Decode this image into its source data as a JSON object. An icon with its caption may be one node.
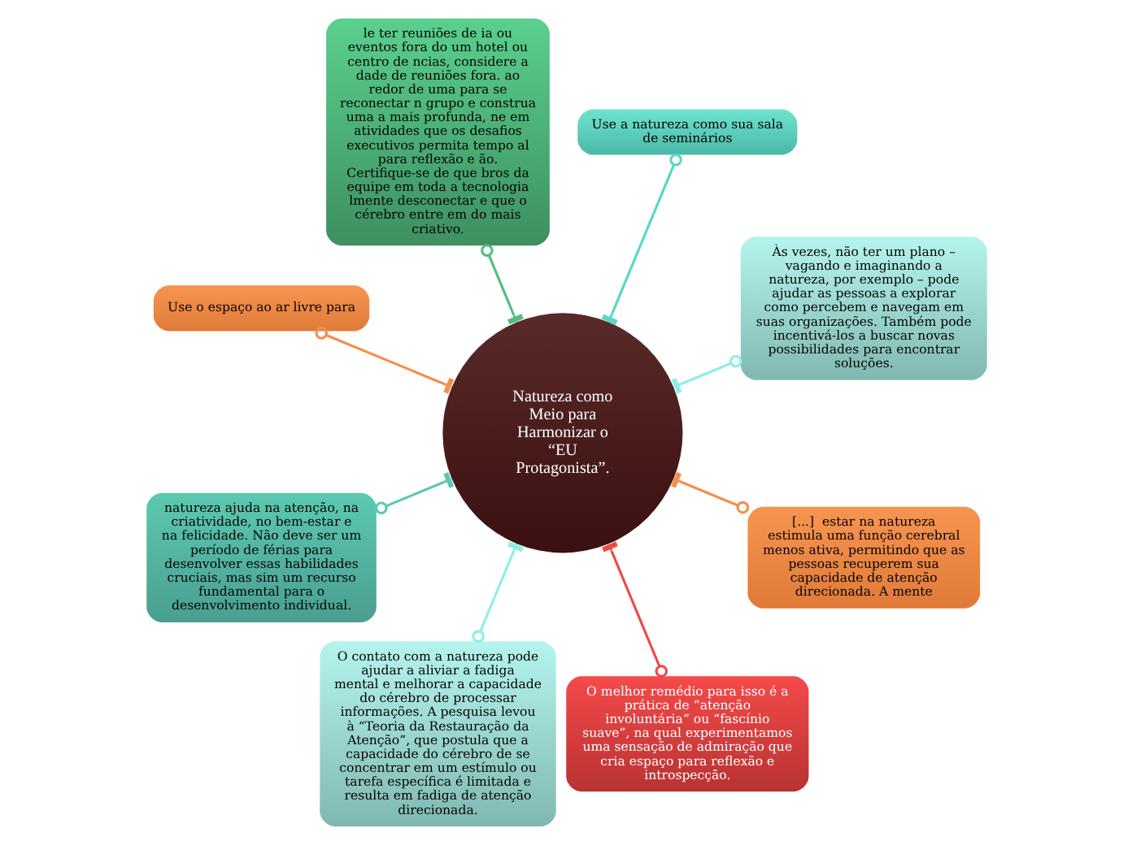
{
  "diagram": {
    "nodes": [
      {
        "text": [
          "Natureza como Meio para Harmonizar o “EU Protagonista”."
        ]
      },
      {
        "text": [
          "Às vezes, não ter um plano – vagando e imaginando a natureza, por exemplo – pode ajudar as pessoas a explorar como percebem e navegam em suas organizações. Também pode incentivá-los a buscar novas possibilidades para encontrar soluções."
        ]
      },
      {
        "text": [
          "Use a natureza como sua sala de seminários"
        ]
      },
      {
        "text": [
          "le ter reuniões de ia ou eventos fora do um hotel ou centro de ncias, considere a dade de reuniões fora. ao redor de uma para se reconectar n grupo e construa uma a mais profunda, ne em atividades que os desafios executivos permita tempo al para reflexão e ão. Certifique-se de que bros da equipe em toda a tecnologia lmente desconectar e que o cérebro entre em do mais criativo."
        ]
      },
      {
        "text": [
          "Use o espaço ao ar livre para"
        ]
      },
      {
        "text": [
          "natureza ajuda na atenção, na criatividade, no bem-estar e na felicidade. Não deve ser um período de férias para desenvolver essas habilidades cruciais, mas sim um recurso fundamental para o desenvolvimento individual."
        ]
      },
      {
        "text": [
          "O contato com a natureza pode ajudar a aliviar a fadiga mental e melhorar a capacidade do cérebro de processar informações. A pesquisa levou à “Teoria da Restauração da Atenção”, que postula que a capacidade do cérebro de se concentrar em um estímulo ou tarefa específica é limitada e resulta em fadiga de atenção direcionada."
        ]
      },
      {
        "text": [
          "O melhor remédio para isso é a prática de “atenção involuntária” ou “fascínio suave”, na qual experimentamos uma sensação de admiração que cria espaço para reflexão e introspecção."
        ]
      },
      {
        "text": [
          "[...]  estar na natureza estimula uma função cerebral menos ativa, permitindo que as pessoas recuperem sua capacidade de atenção direcionada. A mente"
        ]
      }
    ],
    "edges": [
      {
        "from": 1,
        "to": 0,
        "arrow": "other",
        "color": "#8eeee4"
      },
      {
        "from": 2,
        "to": 0,
        "arrow": "other",
        "color": "#5cd6c4"
      },
      {
        "from": 3,
        "to": 0,
        "arrow": "other",
        "color": "#4fbf7f"
      },
      {
        "from": 4,
        "to": 0,
        "arrow": "other",
        "color": "#f58f4d"
      },
      {
        "from": 5,
        "to": 0,
        "arrow": "other",
        "color": "#5cc9b0"
      },
      {
        "from": 6,
        "to": 0,
        "arrow": "other",
        "color": "#8eeee4"
      },
      {
        "from": 7,
        "to": 0,
        "arrow": "other",
        "color": "#f04848"
      },
      {
        "from": 8,
        "to": 0,
        "arrow": "other",
        "color": "#f58f4d"
      }
    ]
  }
}
